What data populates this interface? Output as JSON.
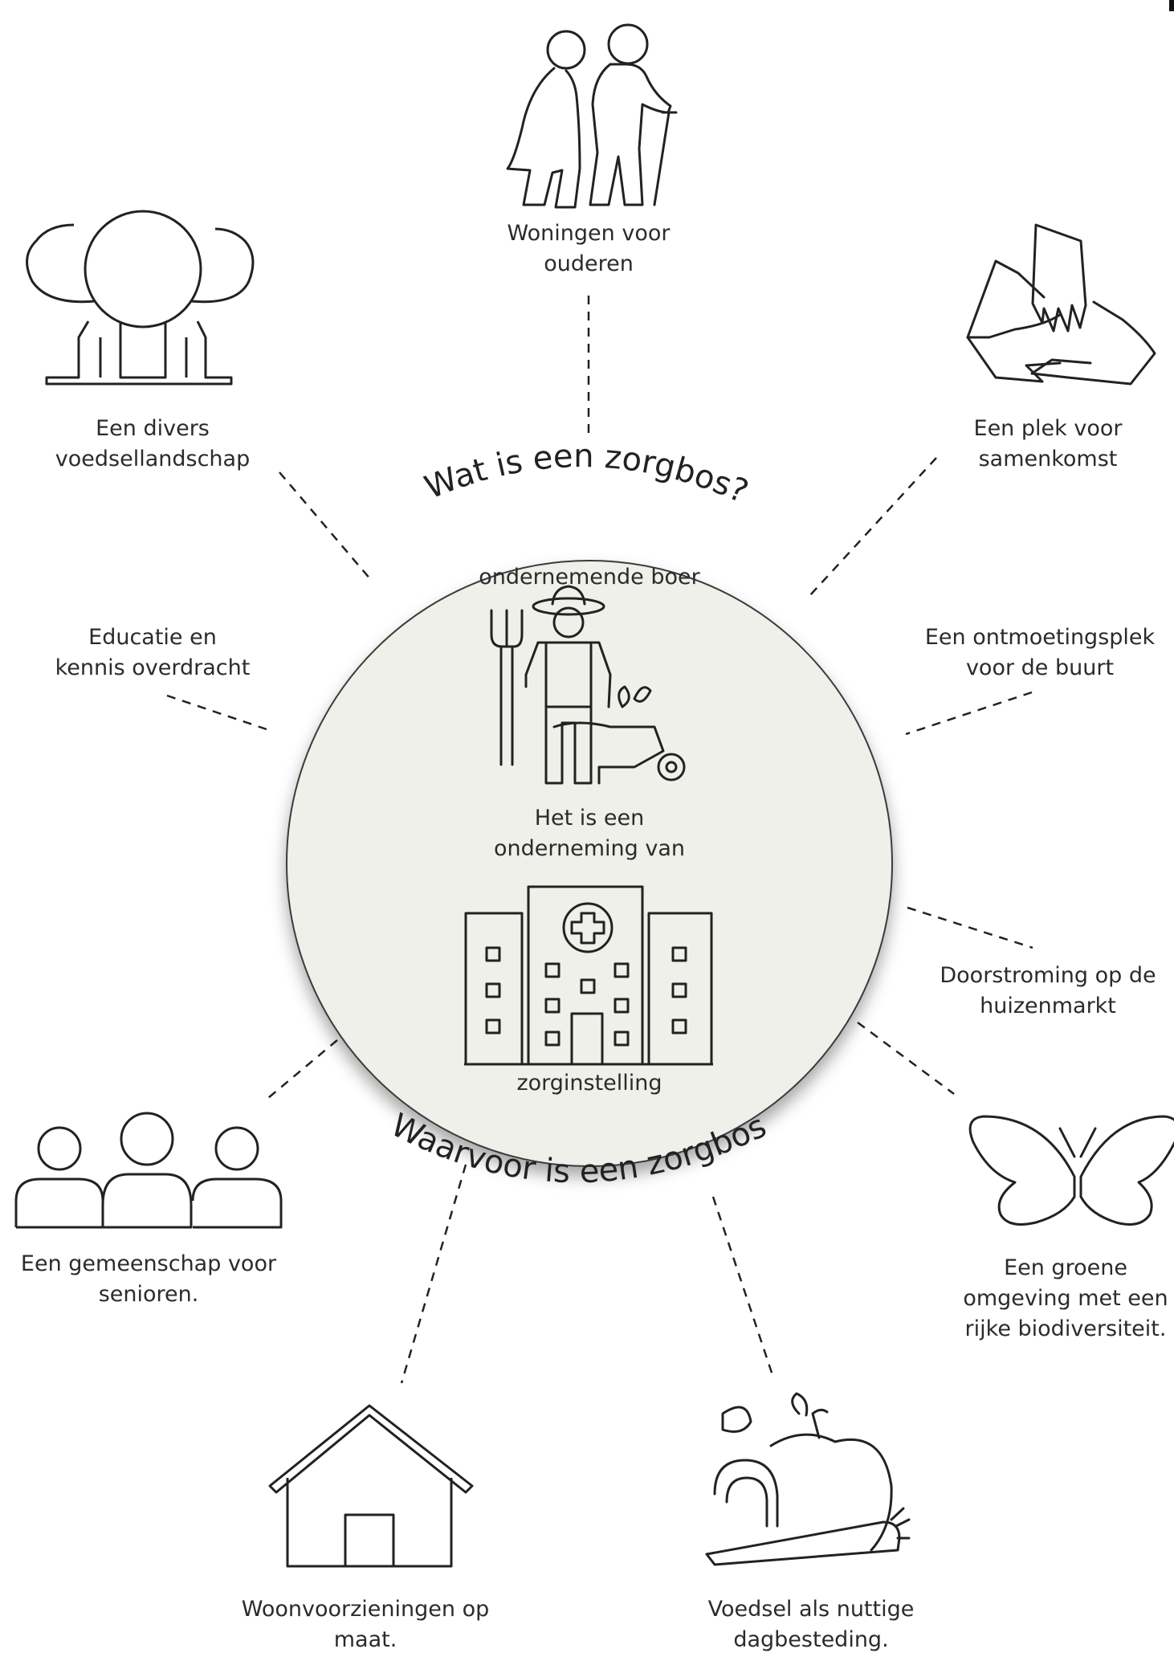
{
  "headings": {
    "top": "Wat is een zorgbos?",
    "bottom": "Waarvoor is een zorgbos?"
  },
  "center": {
    "farmer_label": "ondernemende boer",
    "middle_line1": "Het is een",
    "middle_line2": "onderneming van",
    "institution_label": "zorginstelling",
    "fill_color": "#eef0e9"
  },
  "items": {
    "elderly_homes": {
      "line1": "Woningen voor",
      "line2": "ouderen",
      "icon": "elderly-couple-icon"
    },
    "food_landscape": {
      "line1": "Een divers",
      "line2": "voedsellandschap",
      "icon": "trees-icon"
    },
    "meeting_place": {
      "line1": "Een plek voor",
      "line2": "samenkomst",
      "icon": "stacked-hands-icon"
    },
    "education": {
      "line1": "Educatie en",
      "line2": "kennis overdracht"
    },
    "neighbourhood": {
      "line1": "Een ontmoetingsplek",
      "line2": "voor de buurt"
    },
    "housing_flow": {
      "line1": "Doorstroming op de",
      "line2": "huizenmarkt"
    },
    "senior_community": {
      "line1": "Een gemeenschap voor",
      "line2": "senioren.",
      "icon": "people-group-icon"
    },
    "biodiversity": {
      "line1": "Een groene",
      "line2": "omgeving met een",
      "line3": "rijke biodiversiteit.",
      "icon": "butterfly-icon"
    },
    "custom_housing": {
      "line1": "Woonvoorzieningen op",
      "line2": "maat.",
      "icon": "house-icon"
    },
    "food_activity": {
      "line1": "Voedsel als nuttige",
      "line2": "dagbesteding.",
      "icon": "fruit-vegetables-icon"
    }
  }
}
